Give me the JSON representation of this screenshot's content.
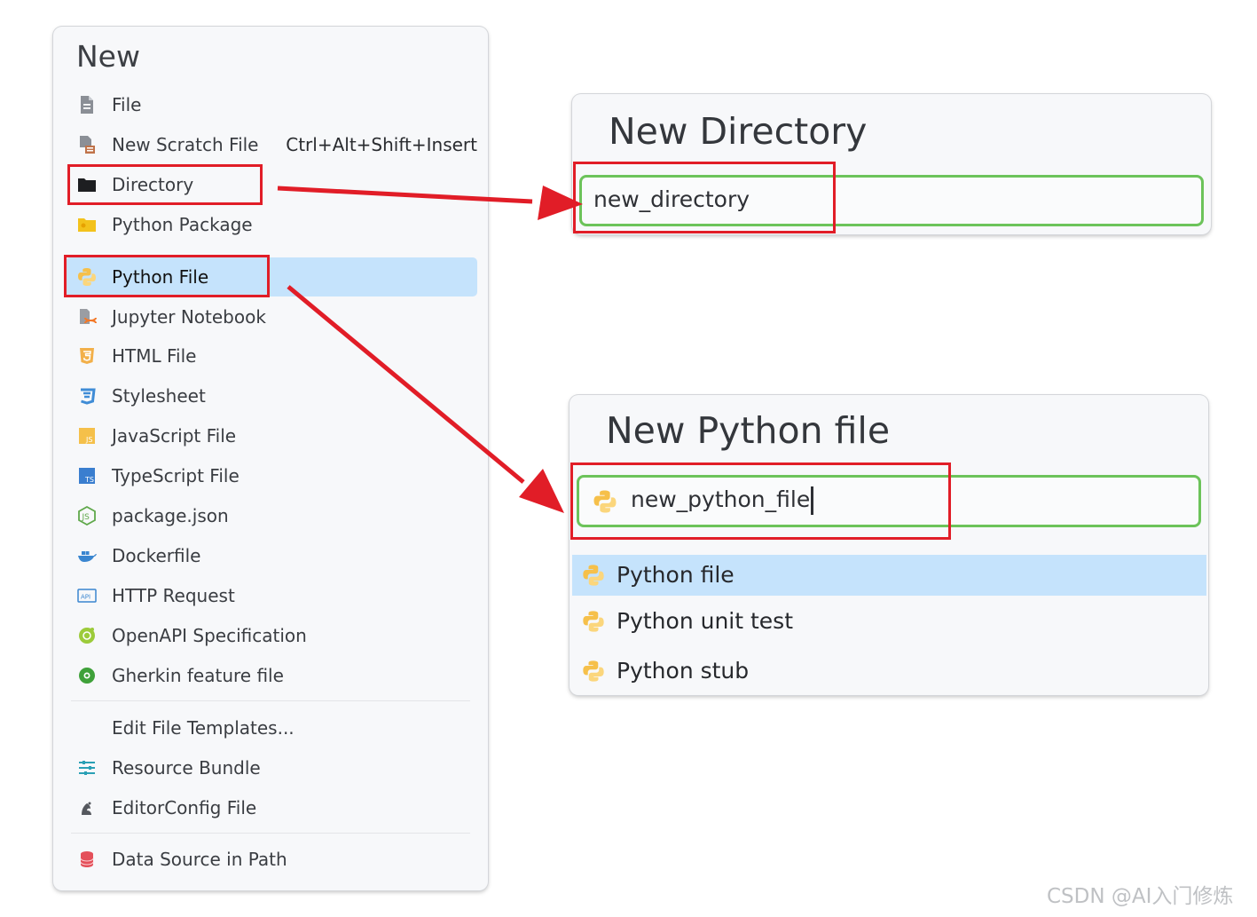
{
  "menu": {
    "title": "New",
    "items": [
      {
        "label": "File",
        "icon": "file-icon"
      },
      {
        "label": "New Scratch File",
        "shortcut": "Ctrl+Alt+Shift+Insert",
        "icon": "scratch-file-icon"
      },
      {
        "label": "Directory",
        "icon": "folder-icon"
      },
      {
        "label": "Python Package",
        "icon": "package-folder-icon"
      },
      {
        "label": "Python File",
        "icon": "python-icon",
        "selected": true
      },
      {
        "label": "Jupyter Notebook",
        "icon": "jupyter-icon"
      },
      {
        "label": "HTML File",
        "icon": "html5-icon"
      },
      {
        "label": "Stylesheet",
        "icon": "css3-icon"
      },
      {
        "label": "JavaScript File",
        "icon": "javascript-icon"
      },
      {
        "label": "TypeScript File",
        "icon": "typescript-icon"
      },
      {
        "label": "package.json",
        "icon": "nodejs-icon"
      },
      {
        "label": "Dockerfile",
        "icon": "docker-icon"
      },
      {
        "label": "HTTP Request",
        "icon": "api-icon"
      },
      {
        "label": "OpenAPI Specification",
        "icon": "openapi-icon"
      },
      {
        "label": "Gherkin feature file",
        "icon": "gherkin-icon"
      },
      {
        "label": "Edit File Templates...",
        "icon": ""
      },
      {
        "label": "Resource Bundle",
        "icon": "resource-bundle-icon"
      },
      {
        "label": "EditorConfig File",
        "icon": "editorconfig-icon"
      },
      {
        "label": "Data Source in Path",
        "icon": "database-icon"
      }
    ]
  },
  "directory_dialog": {
    "title": "New Directory",
    "value": "new_directory"
  },
  "python_dialog": {
    "title": "New Python file",
    "value": "new_python_file",
    "options": [
      {
        "label": "Python file",
        "selected": true
      },
      {
        "label": "Python unit test"
      },
      {
        "label": "Python stub"
      }
    ]
  },
  "watermark": "CSDN @AI入门修炼",
  "colors": {
    "selection": "#c5e3fc",
    "highlight_box": "#e11d27",
    "focus_border": "#6cc35a",
    "arrow": "#e11d27"
  }
}
